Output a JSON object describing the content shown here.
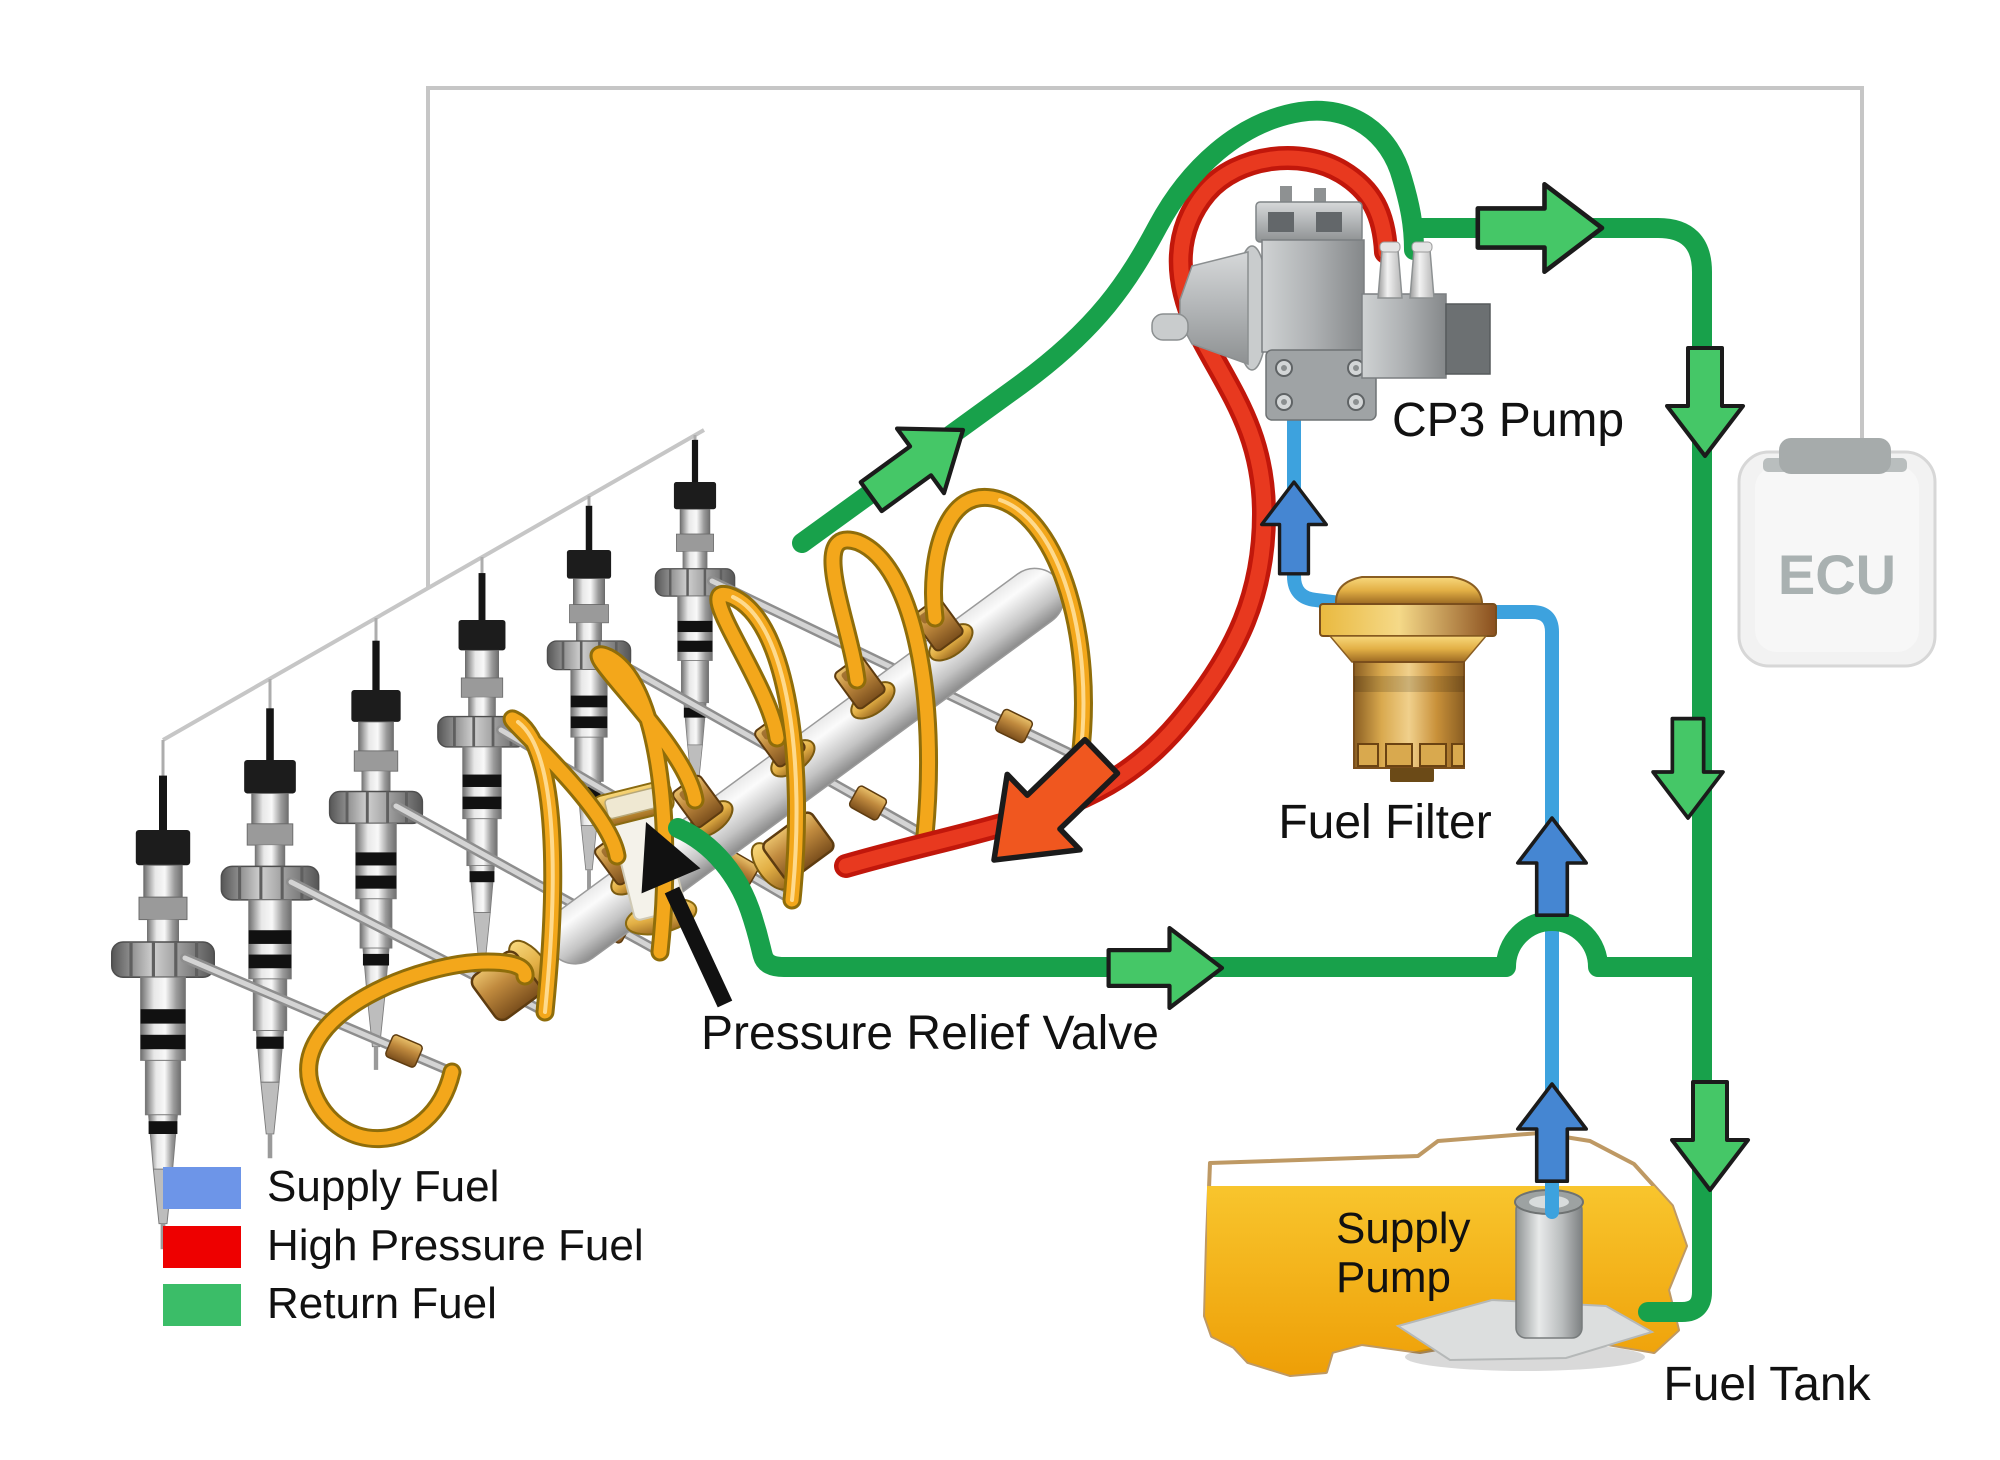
{
  "diagram": {
    "labels": {
      "cp3_pump": "CP3 Pump",
      "fuel_filter": "Fuel Filter",
      "ecu": "ECU",
      "pressure_relief_valve": "Pressure Relief Valve",
      "supply_pump_line1": "Supply",
      "supply_pump_line2": "Pump",
      "fuel_tank": "Fuel Tank"
    },
    "legend": {
      "items": [
        {
          "label": "Supply Fuel",
          "color": "#6D95E8"
        },
        {
          "label": "High Pressure Fuel",
          "color": "#EE0000"
        },
        {
          "label": "Return Fuel",
          "color": "#3BBD68"
        }
      ]
    },
    "colors": {
      "supply_fuel_line": "#3DA2DE",
      "high_pressure_fuel_line": "#E8391F",
      "high_pressure_fuel_border": "#C1170B",
      "return_fuel_line": "#18A14B",
      "injector_line": "#F3A71B",
      "injector_line_border": "#8F6D0A",
      "return_arrow": "#45C767",
      "supply_arrow": "#4586D2",
      "high_pressure_arrow": "#F0571F"
    }
  }
}
